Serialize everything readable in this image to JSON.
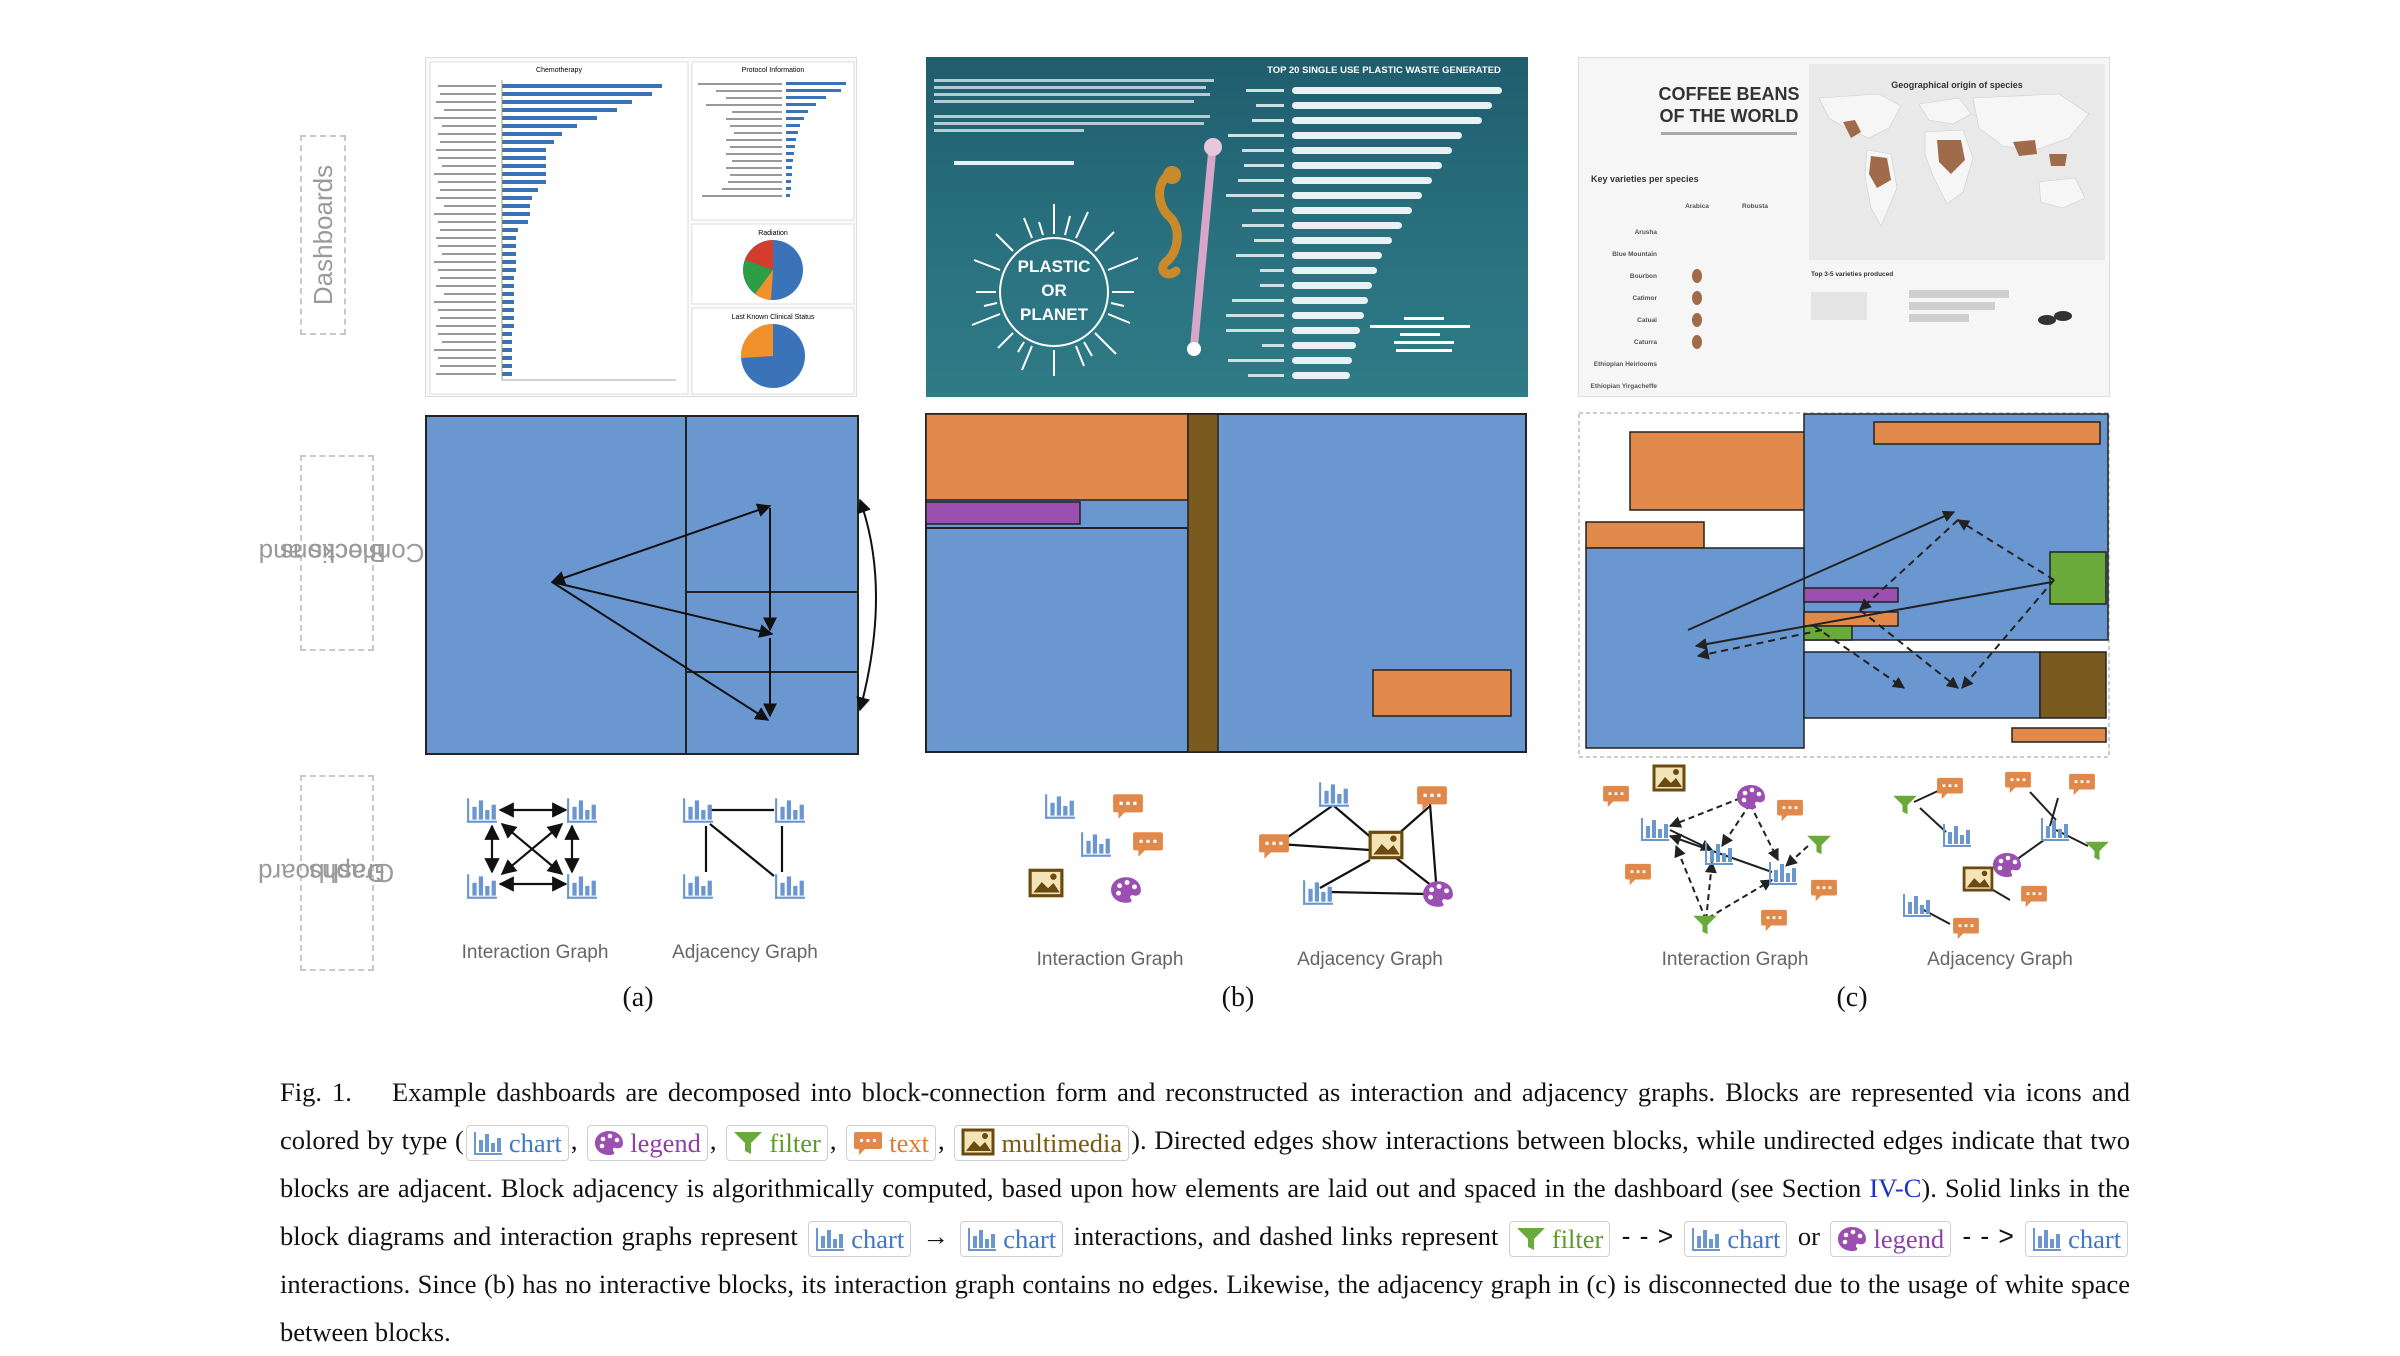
{
  "row_labels": {
    "dashboards": "Dashboards",
    "blocks_line1": "Blocks and",
    "blocks_line2": "Connections",
    "graphs_line1": "Dashboard",
    "graphs_line2": "Graphs"
  },
  "sublabels": [
    "(a)",
    "(b)",
    "(c)"
  ],
  "graph_captions": {
    "interaction": "Interaction Graph",
    "adjacency": "Adjacency Graph"
  },
  "thumbnails": {
    "a": {
      "chemo_title": "Chemotherapy",
      "protocol_title": "Protocol Information",
      "radiation_title": "Radiation",
      "status_title": "Last Known Clinical Status"
    },
    "b": {
      "title": "TOP 20 SINGLE USE PLASTIC WASTE GENERATED",
      "circle_line1": "PLASTIC",
      "circle_line2": "OR",
      "circle_line3": "PLANET"
    },
    "c": {
      "title_line1": "COFFEE BEANS",
      "title_line2": "OF THE WORLD",
      "map_title": "Geographical origin of species",
      "varieties_title": "Key varieties per species",
      "col_arabica": "Arabica",
      "col_robusta": "Robusta",
      "rows": [
        "Arusha",
        "Blue Mountain",
        "Bourbon",
        "Catimor",
        "Catuai",
        "Caturra",
        "Ethiopian Heirlooms",
        "Ethiopian Yirgacheffe"
      ],
      "top_title": "Top 3-5 varieties produced"
    }
  },
  "caption": {
    "fig": "Fig. 1.",
    "p1": "Example dashboards are decomposed into block-connection form and reconstructed as interaction and adjacency graphs. Blocks are represented via icons and colored by type (",
    "chip_chart": "chart",
    "chip_legend": "legend",
    "chip_filter": "filter",
    "chip_text": "text",
    "chip_multimedia": "multimedia",
    "p2": "). Directed edges show interactions between blocks, while undirected edges indicate that two blocks are adjacent. Block adjacency is algorithmically computed, based upon how elements are laid out and spaced in the dashboard (see Section ",
    "section_link": "IV-C",
    "p3": "). Solid links in the block diagrams and interaction graphs represent",
    "p4": "interactions, and dashed links represent",
    "p5": "or",
    "p6": "interactions. Since (b) has no interactive blocks, its interaction graph contains no edges. Likewise, the adjacency graph in (c) is disconnected due to the usage of white space between blocks."
  },
  "colors": {
    "chart": "#6a97d0",
    "text": "#e0894a",
    "legend": "#9b4fb0",
    "filter": "#6aaa3a",
    "multimedia": "#7a5a14",
    "blue_block": "#6a97d0",
    "orange_block": "#e0894a",
    "purple_block": "#9b4fb0",
    "green_block": "#6aaa3a",
    "brown_block": "#7a5a1e"
  }
}
